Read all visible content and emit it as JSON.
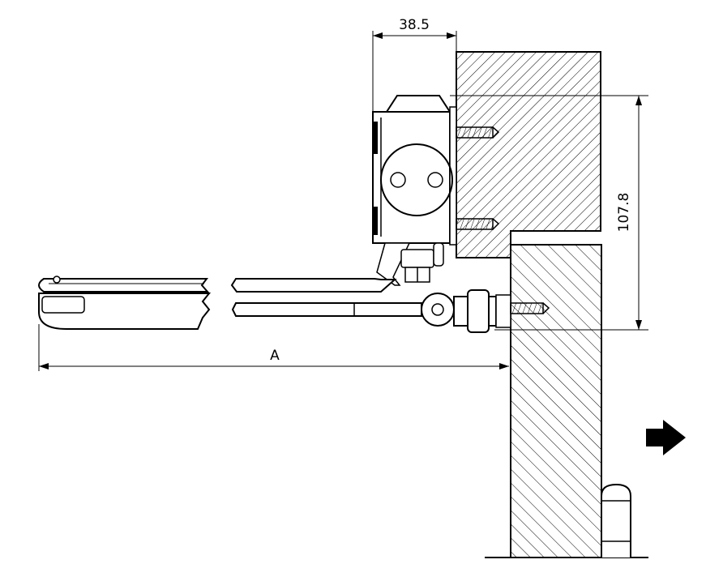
{
  "dimensions": {
    "width_label": "38.5",
    "height_label": "107.8",
    "distance_label": "A"
  },
  "direction_arrow": {
    "icon": "arrow-right-icon",
    "color": "#000000"
  }
}
